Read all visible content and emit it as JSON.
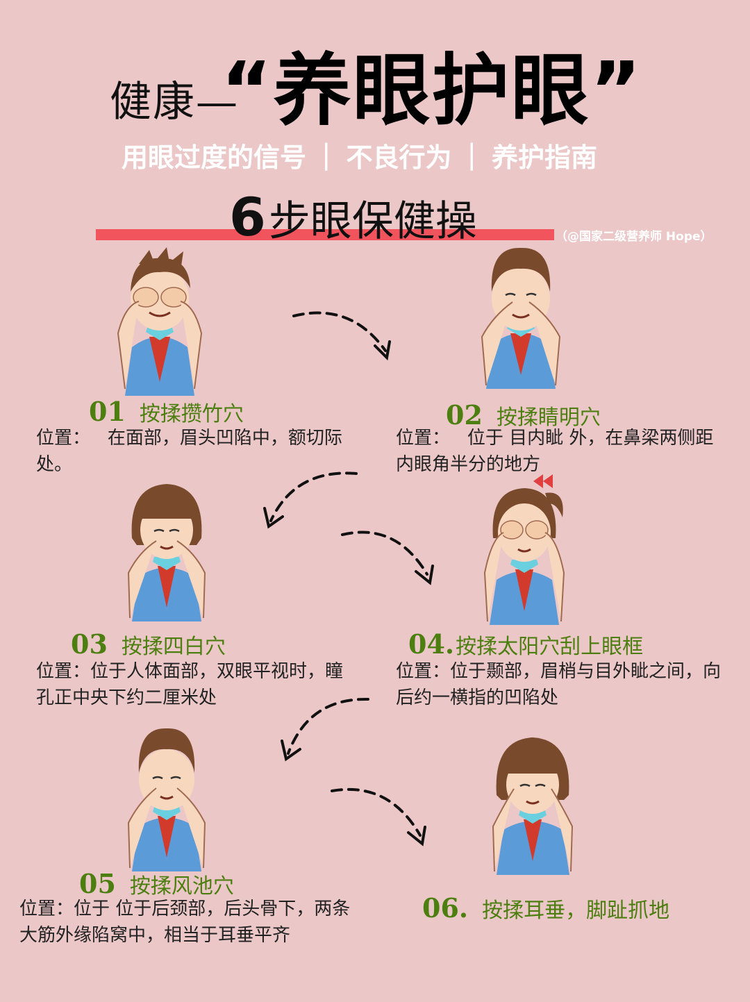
{
  "header": {
    "title_prefix": "健康—",
    "title_main": "“养眼护眼”",
    "subtitle": [
      "用眼过度的信号",
      "不良行为",
      "养护指南"
    ],
    "subtitle_separator": "|",
    "section_number": "6",
    "section_title": "步眼保健操",
    "watermark": "（@国家二级营养师 Hope）"
  },
  "colors": {
    "background": "#ebc7c8",
    "accent_red": "#f2545d",
    "step_green": "#4d7f10",
    "shirt_blue": "#5a9bd8"
  },
  "steps": [
    {
      "number": "01",
      "title": "按揉攒竹穴",
      "desc_label": "位置：",
      "desc": "在面部，眉头凹陷中，额切际处。"
    },
    {
      "number": "02",
      "title": "按揉睛明穴",
      "desc_label": "位置：",
      "desc": "位于  目内眦  外，在鼻梁两侧距内眼角半分的地方"
    },
    {
      "number": "03",
      "title": "按揉四白穴",
      "desc_label": "位置：",
      "desc": "位于人体面部，双眼平视时，瞳孔正中央下约二厘米处"
    },
    {
      "number": "04.",
      "title": "按揉太阳穴刮上眼框",
      "desc_label": "位置：",
      "desc": "位于颞部，眉梢与目外眦之间，向后约一横指的凹陷处"
    },
    {
      "number": "05",
      "title": "按揉风池穴",
      "desc_label": "位置：",
      "desc": "位于  位于后颈部，后头骨下，两条大筋外缘陷窝中，相当于耳垂平齐"
    },
    {
      "number": "06.",
      "title": "按揉耳垂，脚趾抓地",
      "desc_label": "",
      "desc": ""
    }
  ]
}
